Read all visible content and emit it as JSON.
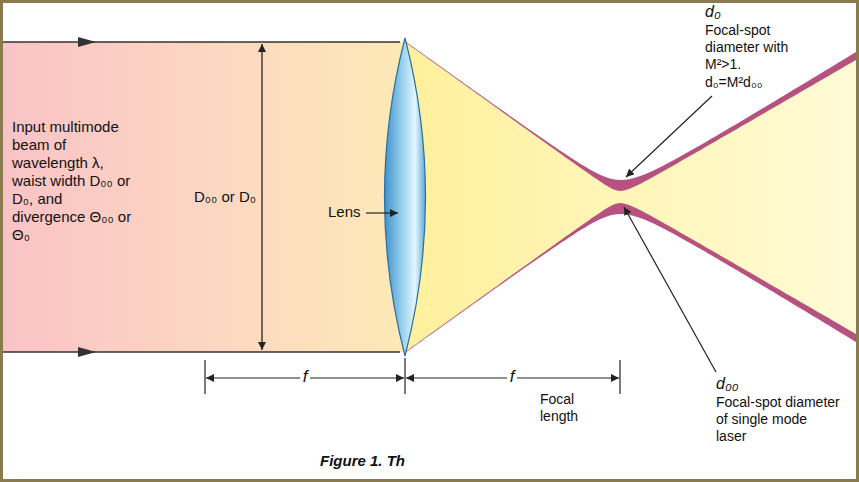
{
  "diagram": {
    "caption": "Figure 1. Th",
    "labels": [
      "Input multimode beam of wavelength λ, waist width D₀₀ or D₀, and divergence Θ₀₀ or Θ₀",
      "D₀₀ or D₀",
      "Lens",
      "f",
      "f",
      "Focal length",
      "d₀",
      "Focal-spot diameter with M²>1.",
      "d₀=M²d₀₀",
      "d₀₀",
      "Focal-spot diameter of single mode laser"
    ]
  }
}
